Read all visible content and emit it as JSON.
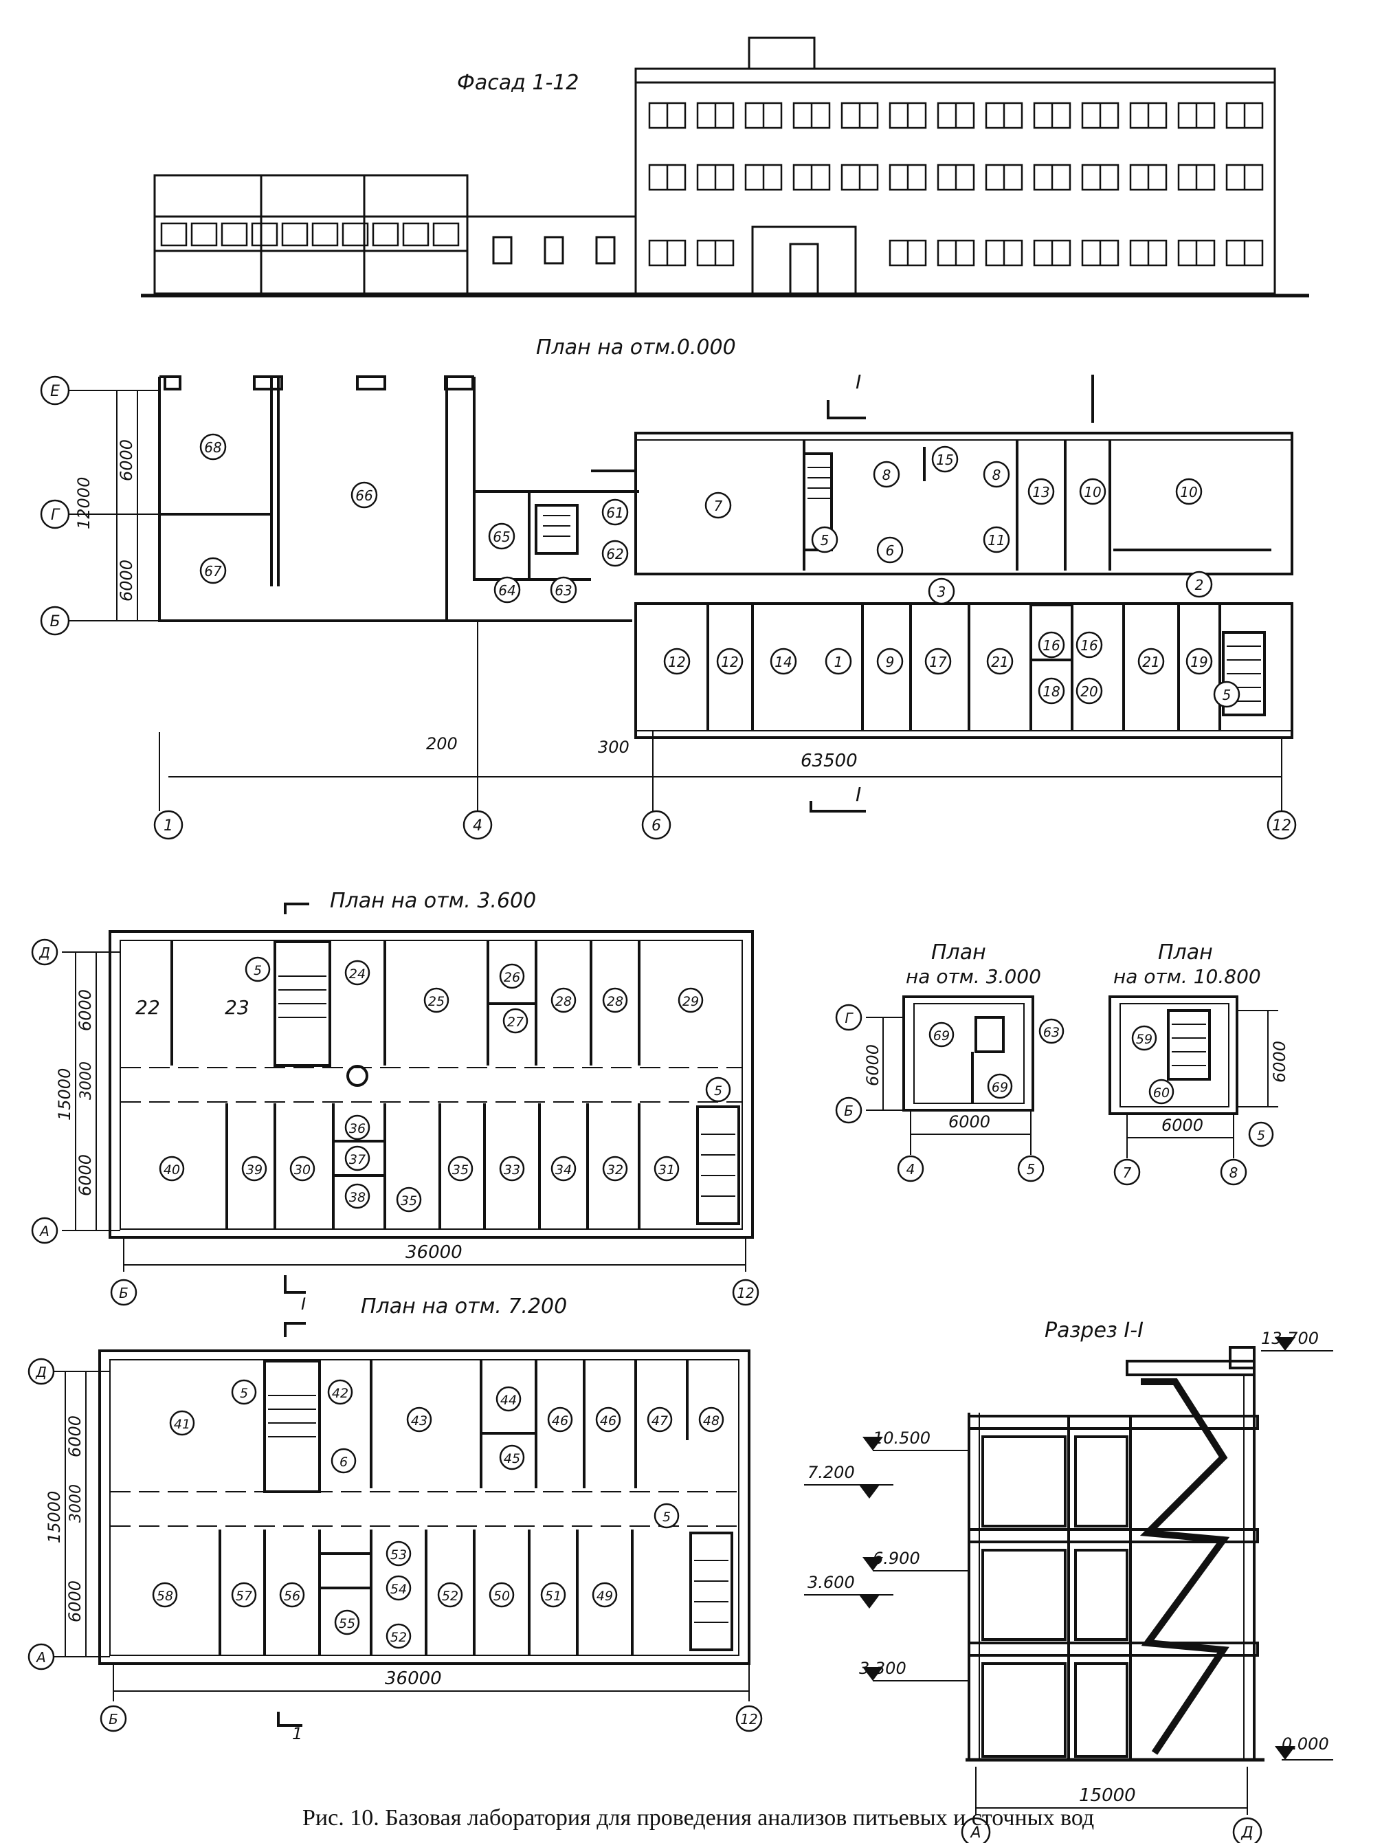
{
  "facade": {
    "title": "Фасад 1-12"
  },
  "plan_ground": {
    "title": "План на отм.0.000",
    "axes": {
      "row": [
        "Е",
        "Г",
        "Б"
      ],
      "col": [
        "1",
        "4",
        "6",
        "12"
      ]
    },
    "dims": {
      "overall": "63500",
      "d200": "200",
      "d300": "300",
      "v12000": "12000",
      "v6000a": "6000",
      "v6000b": "6000"
    },
    "section_mark": "I",
    "rooms": [
      "68",
      "66",
      "67",
      "65",
      "61",
      "62",
      "64",
      "63",
      "7",
      "8",
      "15",
      "8",
      "13",
      "10",
      "10",
      "5",
      "6",
      "11",
      "3",
      "2",
      "12",
      "12",
      "14",
      "1",
      "9",
      "17",
      "21",
      "16",
      "16",
      "18",
      "20",
      "21",
      "19",
      "5"
    ]
  },
  "plan_3600": {
    "title": "План на отм. 3.600",
    "axes": {
      "row": [
        "Д",
        "А"
      ],
      "col": [
        "Б",
        "12"
      ]
    },
    "dims": {
      "length": "36000",
      "v15000": "15000",
      "v6000a": "6000",
      "v3000": "3000",
      "v6000b": "6000"
    },
    "section_mark": "I",
    "rooms": [
      "22",
      "23",
      "5",
      "24",
      "25",
      "26",
      "27",
      "28",
      "28",
      "29",
      "5",
      "40",
      "39",
      "30",
      "36",
      "37",
      "38",
      "35",
      "35",
      "33",
      "34",
      "32",
      "31"
    ]
  },
  "plan_3000": {
    "title_line1": "План",
    "title_line2": "на отм. 3.000",
    "axes": {
      "row": [
        "Г",
        "Б"
      ],
      "col": [
        "4",
        "5"
      ]
    },
    "dims": {
      "w": "6000",
      "h": "6000"
    },
    "rooms": [
      "69",
      "69",
      "63"
    ]
  },
  "plan_10800": {
    "title_line1": "План",
    "title_line2": "на отм. 10.800",
    "axes": {
      "col": [
        "7",
        "8"
      ]
    },
    "dims": {
      "w": "6000",
      "h": "6000"
    },
    "rooms": [
      "59",
      "60",
      "5"
    ]
  },
  "plan_7200": {
    "title": "План на отм. 7.200",
    "axes": {
      "row": [
        "Д",
        "А"
      ],
      "col": [
        "Б",
        "12"
      ]
    },
    "dims": {
      "length": "36000",
      "v15000": "15000",
      "v6000a": "6000",
      "v3000": "3000",
      "v6000b": "6000"
    },
    "section_mark": "1",
    "rooms": [
      "41",
      "5",
      "42",
      "6",
      "43",
      "44",
      "45",
      "46",
      "46",
      "47",
      "48",
      "5",
      "58",
      "57",
      "56",
      "53",
      "54",
      "55",
      "52",
      "52",
      "50",
      "51",
      "49"
    ]
  },
  "section": {
    "title": "Разрез I-I",
    "levels": [
      "13.700",
      "10.500",
      "7.200",
      "6.900",
      "3.600",
      "3.300",
      "0.000"
    ],
    "dims": {
      "width": "15000"
    },
    "axes": [
      "А",
      "Д"
    ]
  },
  "caption": "Рис. 10. Базовая лаборатория для проведения анализов питьевых и сточных вод"
}
